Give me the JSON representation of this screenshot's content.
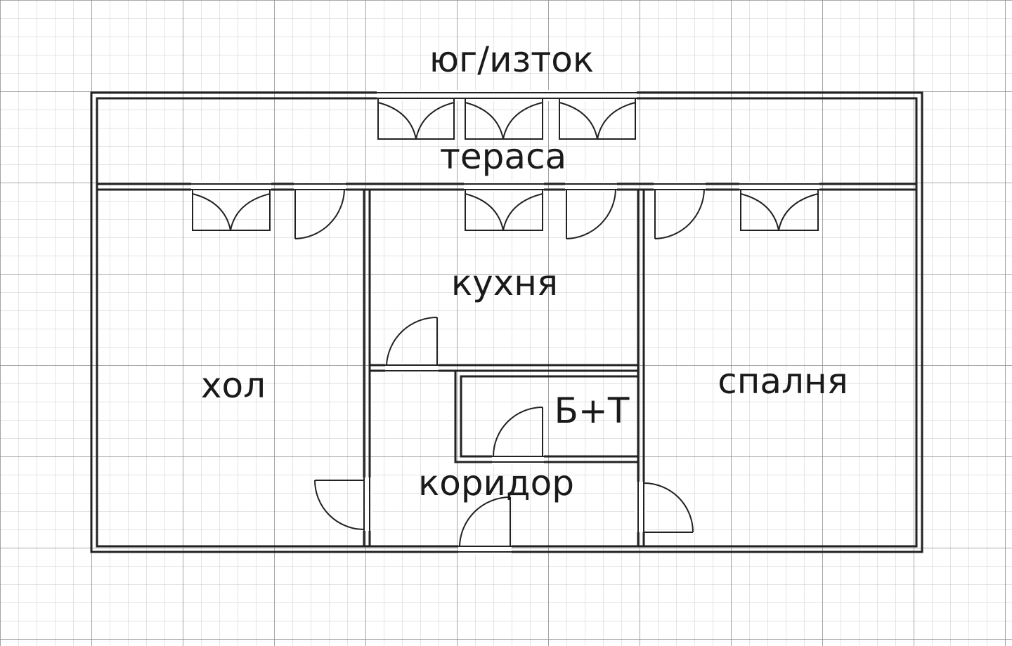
{
  "orientation": {
    "label": "юг/изток"
  },
  "rooms": {
    "terrace": "тераса",
    "living": "хол",
    "kitchen": "кухня",
    "bedroom": "спалня",
    "bathroom": "Б+Т",
    "corridor": "коридор"
  },
  "colors": {
    "background": "#ffffff",
    "grid_minor": "#c8c8c8",
    "grid_major": "#8c8c8c",
    "wall": "#222222",
    "text": "#1a1a1a"
  }
}
